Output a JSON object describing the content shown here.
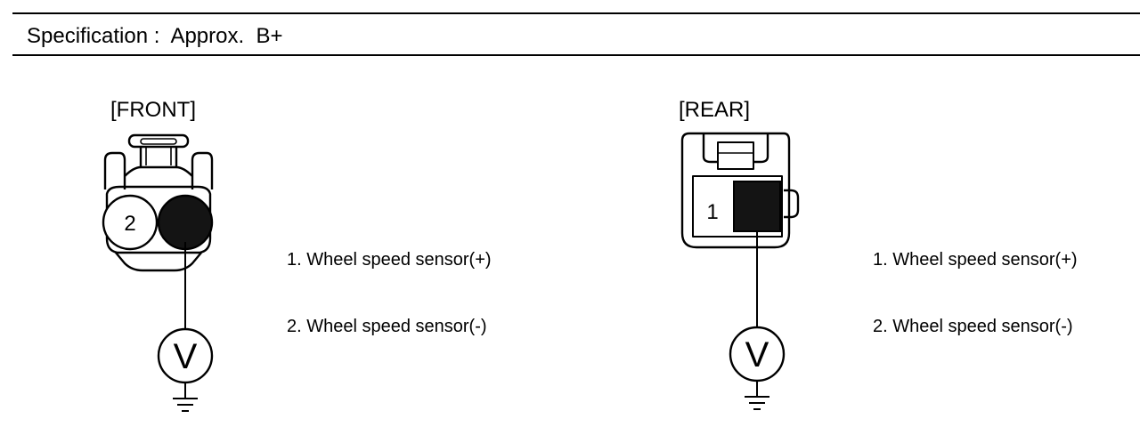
{
  "specification": {
    "label": "Specification",
    "separator": ":",
    "value_prefix": "Approx.",
    "value": "B+"
  },
  "front": {
    "title": "[FRONT]",
    "pin_label": "2",
    "meter_symbol": "V",
    "legend": [
      "1. Wheel speed sensor(+)",
      "2. Wheel speed sensor(-)"
    ]
  },
  "rear": {
    "title": "[REAR]",
    "pin_label": "1",
    "meter_symbol": "V",
    "legend": [
      "1. Wheel speed sensor(+)",
      "2. Wheel speed sensor(-)"
    ]
  }
}
